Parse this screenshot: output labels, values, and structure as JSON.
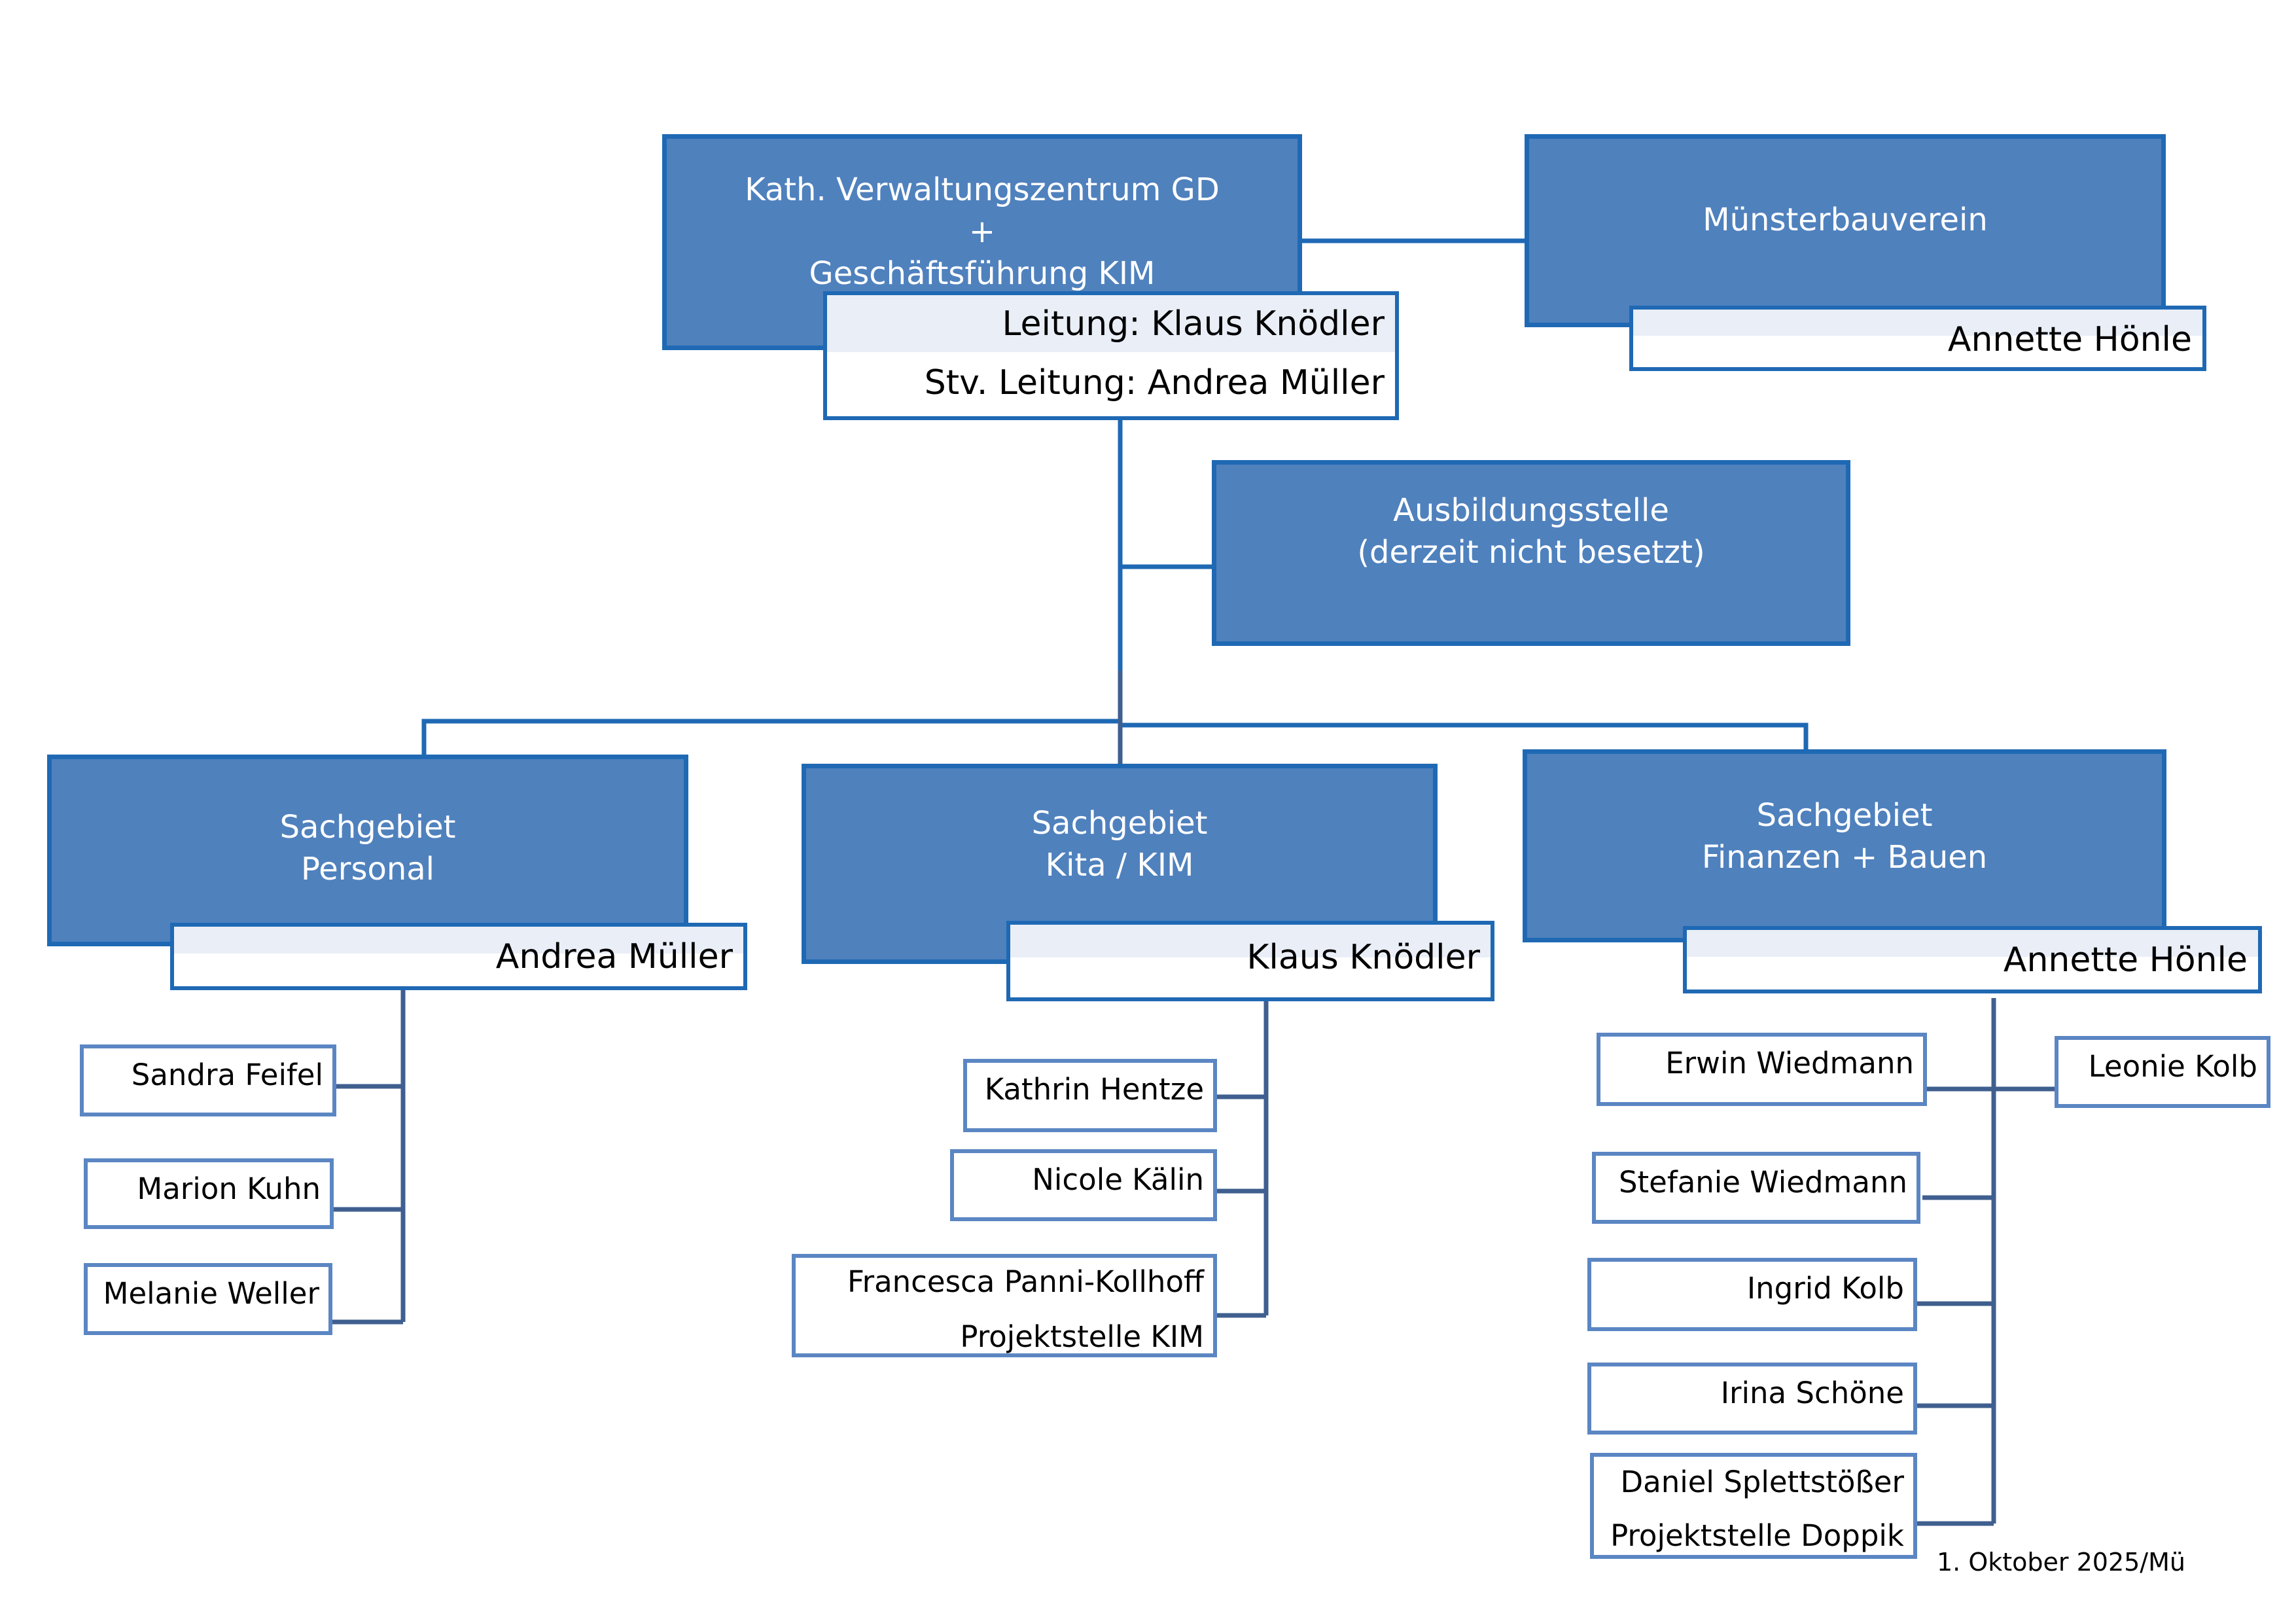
{
  "root": {
    "title": "Kath. Verwaltungszentrum GD\n+\nGeschäftsführung KIM",
    "leitung": "Leitung:  Klaus Knödler",
    "stv_leitung": "Stv. Leitung: Andrea Müller"
  },
  "muensterbauverein": {
    "title": "Münsterbauverein",
    "head": "Annette Hönle"
  },
  "ausbildung": {
    "title": "Ausbildungsstelle\n(derzeit nicht besetzt)"
  },
  "personal": {
    "title": "Sachgebiet\nPersonal",
    "head": "Andrea Müller",
    "staff": [
      "Sandra Feifel",
      "Marion Kuhn",
      "Melanie Weller"
    ]
  },
  "kita": {
    "title": "Sachgebiet\nKita / KIM",
    "head": "Klaus Knödler",
    "staff": [
      "Kathrin Hentze",
      "Nicole Kälin"
    ],
    "project": {
      "name": "Francesca Panni-Kollhoff",
      "role": "Projektstelle KIM"
    }
  },
  "finanzen": {
    "title": "Sachgebiet\nFinanzen + Bauen",
    "head": "Annette Hönle",
    "staff": [
      "Erwin Wiedmann",
      "Leonie Kolb",
      "Stefanie Wiedmann",
      "Ingrid Kolb",
      "Irina Schöne"
    ],
    "project": {
      "name": "Daniel Splettstößer",
      "role": "Projektstelle Doppik"
    }
  },
  "footer_date": "1. Oktober 2025/Mü",
  "colors": {
    "unit_fill": "#4f81bd",
    "unit_border": "#1f69b4",
    "staff_border": "#5b86c3",
    "connector": "#3f5f8f"
  }
}
